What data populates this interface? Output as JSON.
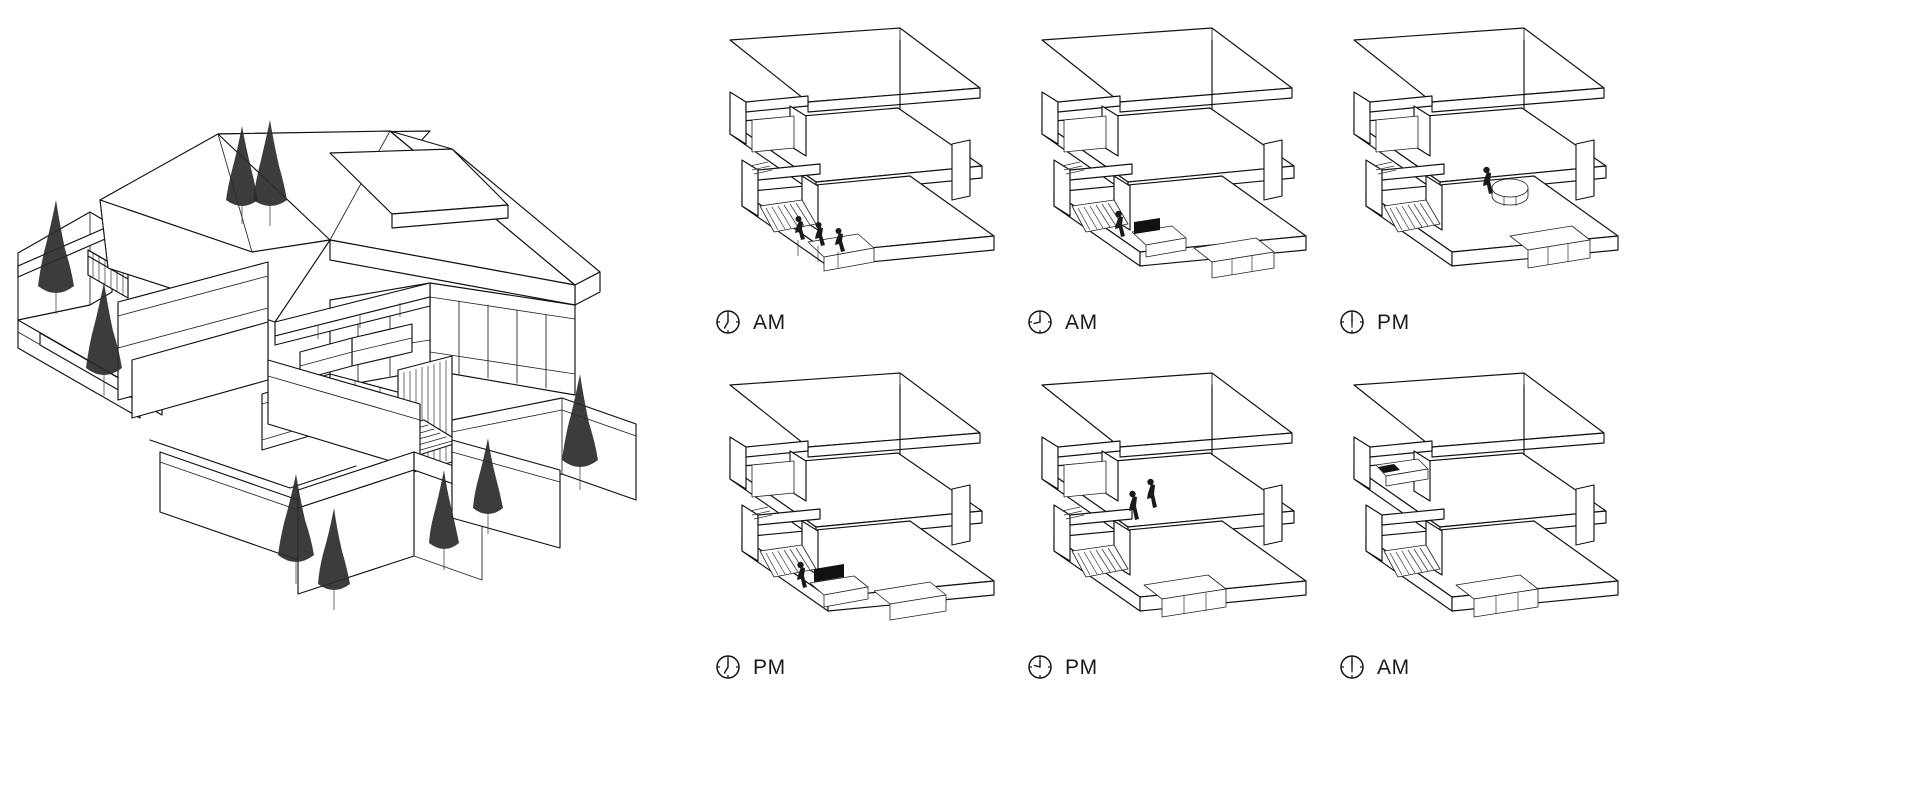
{
  "document": {
    "title": "Residential Axonometric Study",
    "type": "architectural-line-drawing",
    "background_color": "#ffffff",
    "line_color": "#111111"
  },
  "hero": {
    "name": "house-axonometric",
    "description": "Exploded isometric line drawing of a two-storey house with hipped roof, terraces, garden walls and conifer trees",
    "elements": [
      "hipped-roof",
      "upper-volume",
      "glazed-facade",
      "entry-stair",
      "vertical-slat-screen",
      "terrace-walls",
      "planter-boxes",
      "conifer-trees"
    ]
  },
  "diagrams": {
    "count": 6,
    "columns": 3,
    "rows": 2,
    "description": "Six sectional axonometric cutaways of the same dwelling showing occupancy through the day",
    "items": [
      {
        "id": "diagram-1",
        "label": "AM",
        "clock": {
          "hour": 7,
          "minute": 0,
          "icon": "clock-icon"
        },
        "scene": "breakfast-counter-three-seated-figures",
        "occupants": 3,
        "furniture": [
          "kitchen-counter",
          "bar-stools",
          "fan-stair"
        ]
      },
      {
        "id": "diagram-2",
        "label": "AM",
        "clock": {
          "hour": 9,
          "minute": 0,
          "icon": "clock-icon"
        },
        "scene": "living-room-seated-figure-with-sofa",
        "occupants": 1,
        "furniture": [
          "sofa",
          "coffee-table",
          "sideboard",
          "fan-stair"
        ]
      },
      {
        "id": "diagram-3",
        "label": "PM",
        "clock": {
          "hour": 12,
          "minute": 0,
          "icon": "clock-icon"
        },
        "scene": "dining-table-round-with-figure",
        "occupants": 1,
        "furniture": [
          "round-dining-table",
          "chairs",
          "storage-bench",
          "fan-stair"
        ]
      },
      {
        "id": "diagram-4",
        "label": "PM",
        "clock": {
          "hour": 7,
          "minute": 0,
          "icon": "clock-icon"
        },
        "scene": "evening-desk-figure-at-screen",
        "occupants": 1,
        "furniture": [
          "desk",
          "monitor",
          "armchair",
          "fan-stair"
        ]
      },
      {
        "id": "diagram-5",
        "label": "PM",
        "clock": {
          "hour": 10,
          "minute": 0,
          "icon": "clock-icon"
        },
        "scene": "two-figures-on-upper-floor",
        "occupants": 2,
        "furniture": [
          "fan-stair",
          "low-cabinets"
        ]
      },
      {
        "id": "diagram-6",
        "label": "AM",
        "clock": {
          "hour": 12,
          "minute": 0,
          "icon": "clock-icon"
        },
        "scene": "bedroom-empty-with-bed",
        "occupants": 0,
        "furniture": [
          "bed",
          "fan-stair",
          "low-cabinets"
        ]
      }
    ]
  }
}
